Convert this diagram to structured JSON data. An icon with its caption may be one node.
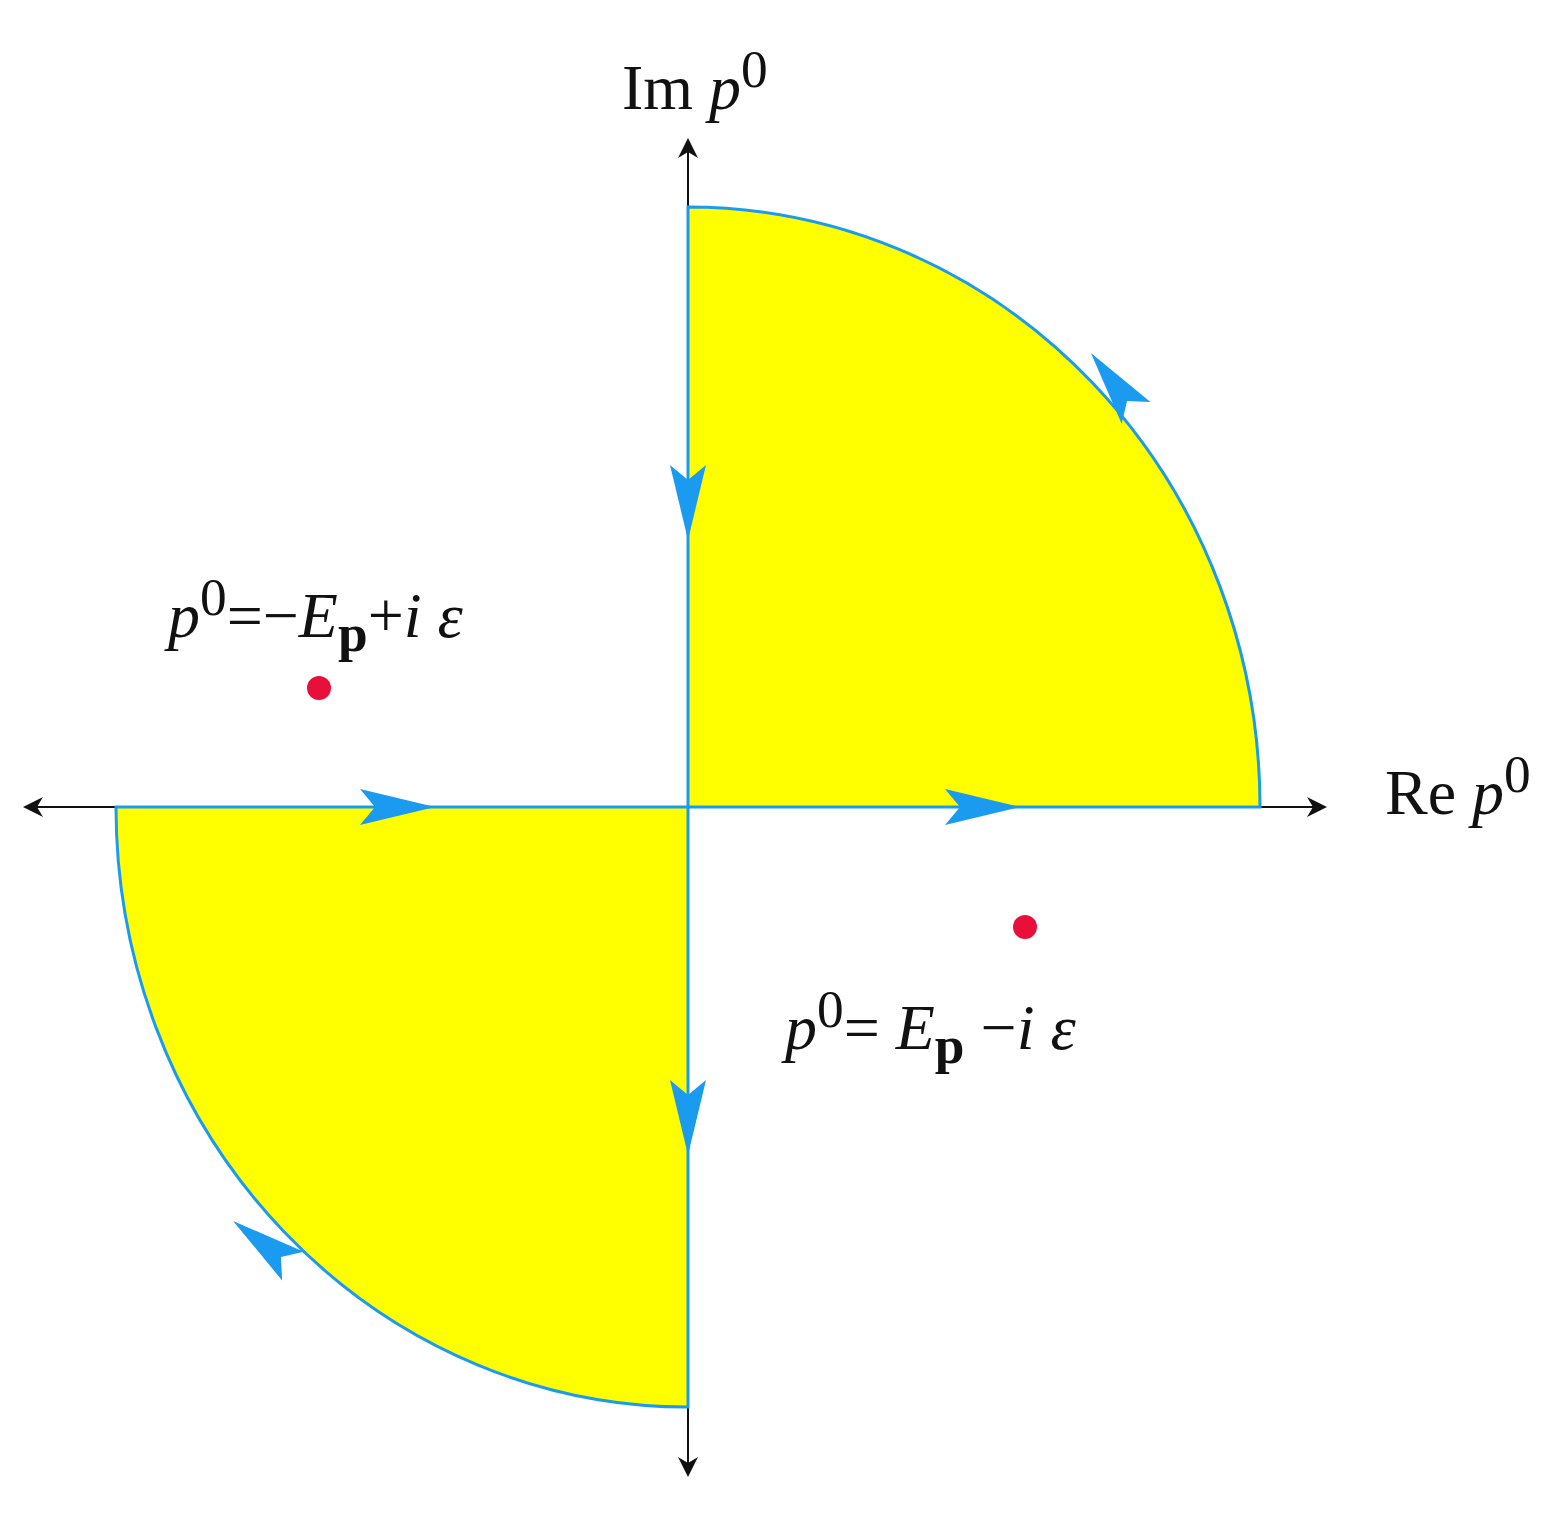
{
  "diagram": {
    "labels": [
      "Im *p*$^{0}$",
      "Re *p*$^{0}$",
      "*p*$^{0}$=−*E*$_{p}$+*i ε*",
      "*p*$^{0}$= *E*$_{p}$ −*i ε*"
    ]
  }
}
